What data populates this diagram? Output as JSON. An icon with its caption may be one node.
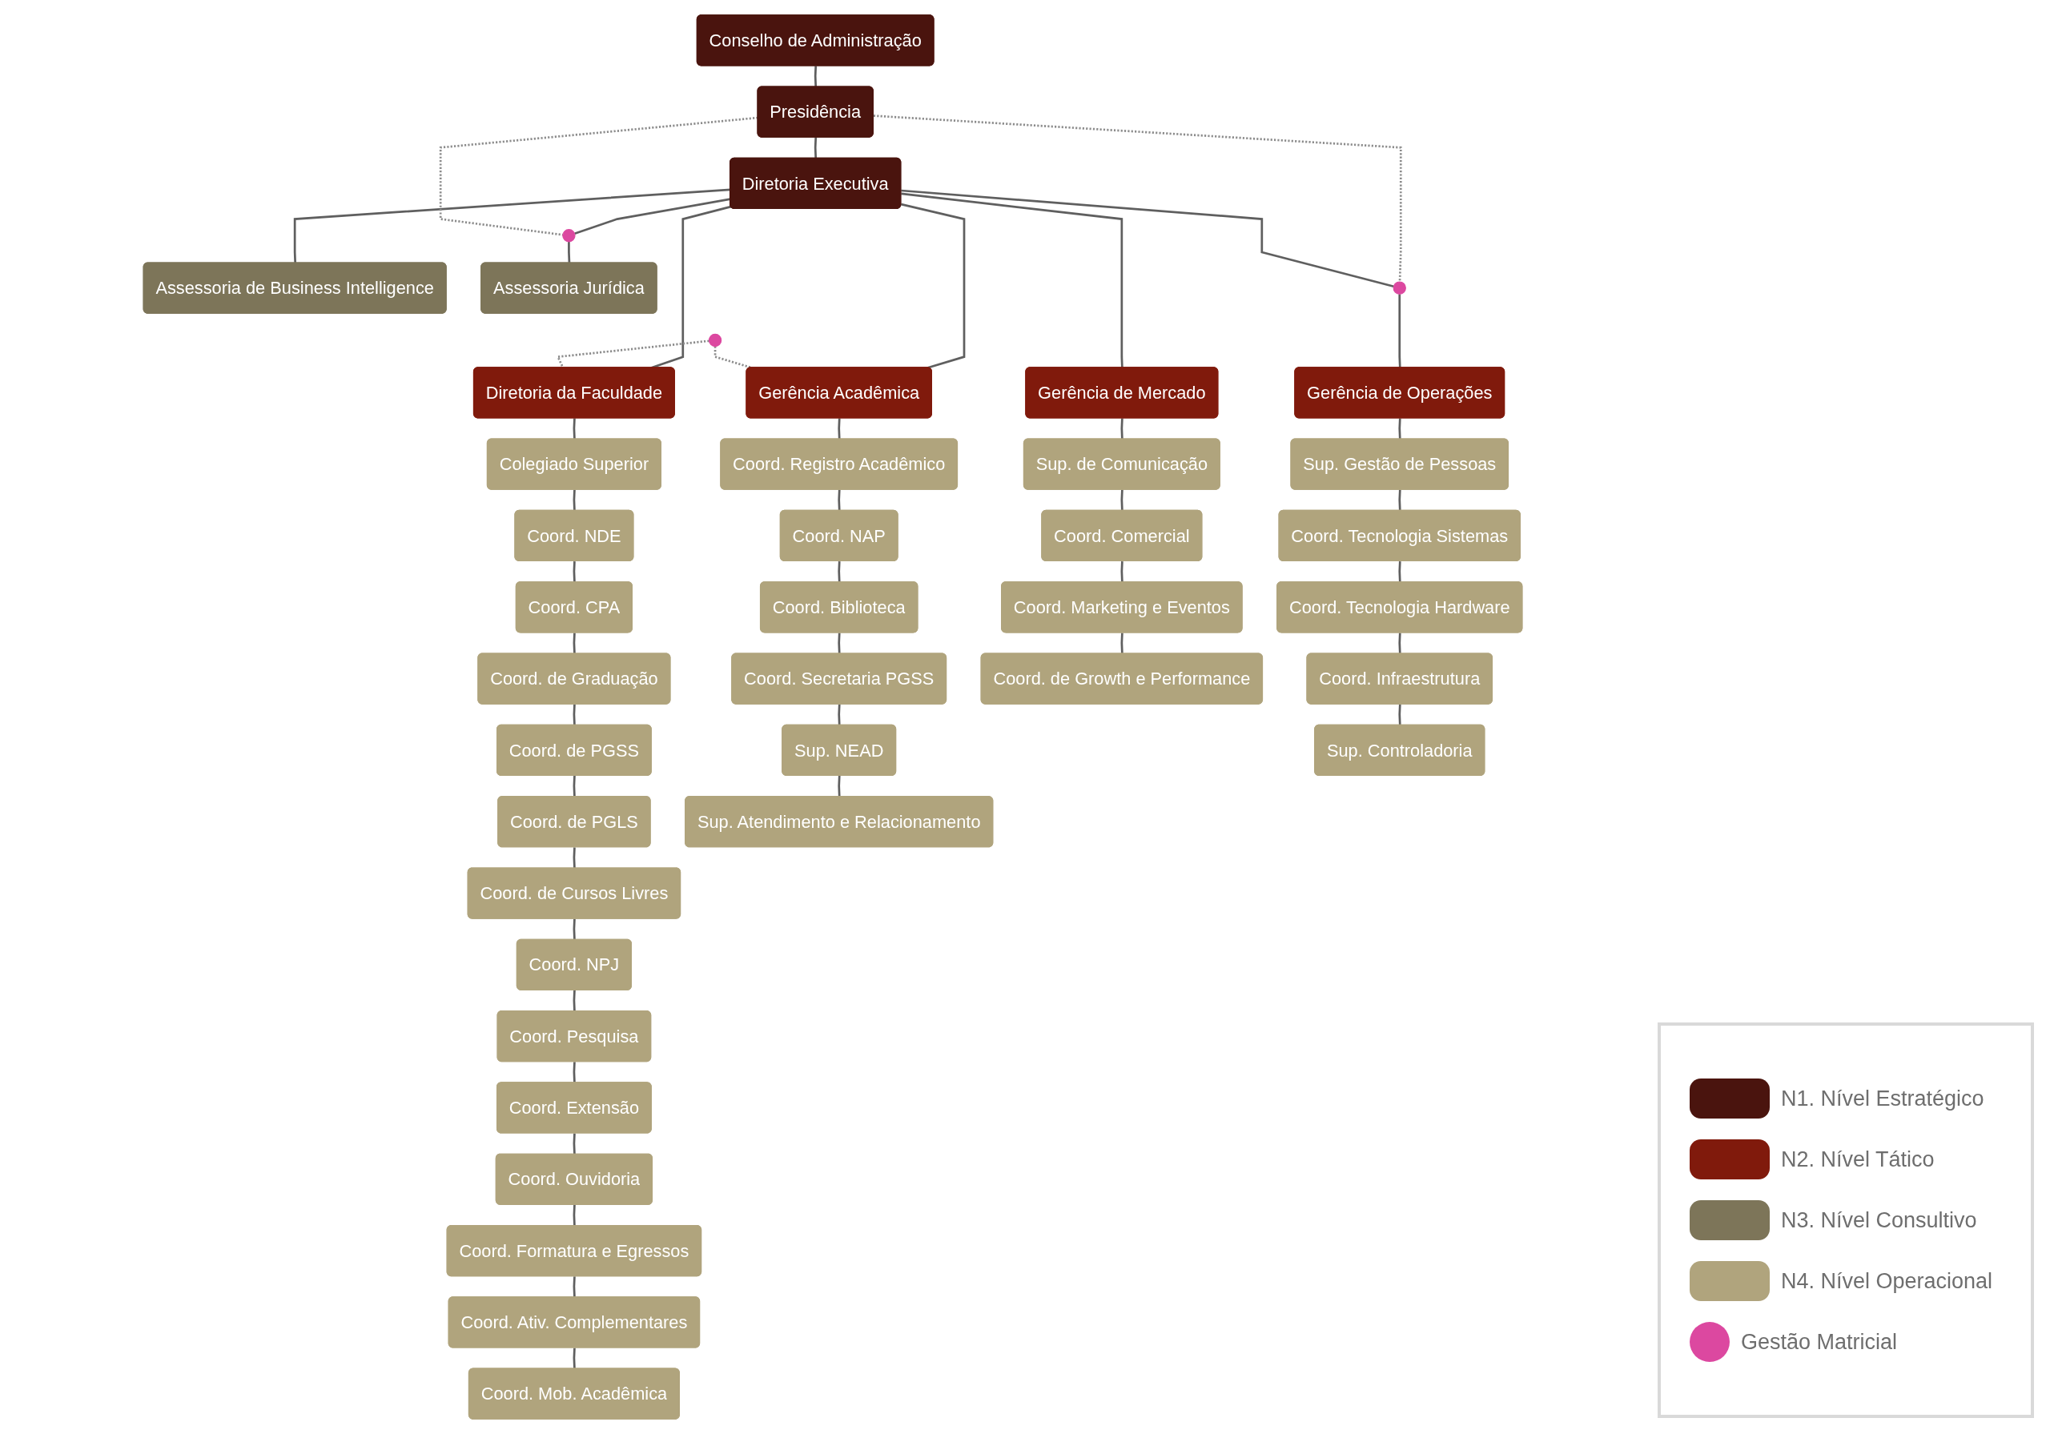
{
  "diagram": {
    "nodes": [
      {
        "text": [
          "Conselho de Administração"
        ]
      },
      {
        "text": [
          "Presidência"
        ]
      },
      {
        "text": [
          "Diretoria Executiva"
        ]
      },
      {
        "text": [],
        "shape": "circle"
      },
      {
        "text": [
          "Assessoria de Business Intelligence"
        ]
      },
      {
        "text": [
          "Assessoria Jurídica"
        ]
      },
      {
        "text": [],
        "shape": "circle"
      },
      {
        "text": [
          "Diretoria da Faculdade"
        ]
      },
      {
        "text": [],
        "shape": "circle"
      },
      {
        "text": [
          "Gerência Acadêmica"
        ]
      },
      {
        "text": [
          "Gerência de Mercado"
        ]
      },
      {
        "text": [
          "Gerência de Operações"
        ]
      },
      {
        "text": [
          "Colegiado Superior"
        ]
      },
      {
        "text": [
          "Coord. NDE"
        ]
      },
      {
        "text": [
          "Coord. CPA"
        ]
      },
      {
        "text": [
          "Coord. de Graduação"
        ]
      },
      {
        "text": [
          "Coord. de PGSS"
        ]
      },
      {
        "text": [
          "Coord. de PGLS"
        ]
      },
      {
        "text": [
          "Coord. de Cursos Livres"
        ]
      },
      {
        "text": [
          "Coord. NPJ"
        ]
      },
      {
        "text": [
          "Coord. Pesquisa"
        ]
      },
      {
        "text": [
          "Coord. Extensão"
        ]
      },
      {
        "text": [
          "Coord. Ouvidoria"
        ]
      },
      {
        "text": [
          "Coord. Formatura e Egressos"
        ]
      },
      {
        "text": [
          "Coord. Ativ. Complementares"
        ]
      },
      {
        "text": [
          "Coord. Mob. Acadêmica"
        ]
      },
      {
        "text": [
          "Coord. Registro Acadêmico"
        ]
      },
      {
        "text": [
          "Coord. NAP"
        ]
      },
      {
        "text": [
          "Coord. Biblioteca"
        ]
      },
      {
        "text": [
          "Coord. Secretaria PGSS"
        ]
      },
      {
        "text": [
          "Sup. NEAD"
        ]
      },
      {
        "text": [
          "Sup. Atendimento e Relacionamento"
        ]
      },
      {
        "text": [
          "Sup. de Comunicação"
        ]
      },
      {
        "text": [
          "Coord. Comercial"
        ]
      },
      {
        "text": [
          "Coord. Marketing e Eventos"
        ]
      },
      {
        "text": [
          "Coord. de Growth e Performance"
        ]
      },
      {
        "text": [
          "Sup. Gestão de Pessoas"
        ]
      },
      {
        "text": [
          "Coord. Tecnologia Sistemas"
        ]
      },
      {
        "text": [
          "Coord. Tecnologia Hardware"
        ]
      },
      {
        "text": [
          "Coord. Infraestrutura"
        ]
      },
      {
        "text": [
          "Sup. Controladoria"
        ]
      }
    ],
    "edges": [
      {
        "from": 0,
        "to": 1,
        "arrow": "none"
      },
      {
        "from": 1,
        "to": 2,
        "arrow": "none"
      },
      {
        "from": 2,
        "to": 4,
        "arrow": "none"
      },
      {
        "from": 2,
        "to": 3,
        "arrow": "none"
      },
      {
        "from": 3,
        "to": 5,
        "arrow": "none"
      },
      {
        "from": 1,
        "to": 3,
        "arrow": "none",
        "style": "dashed",
        "color": "#8c8c8c"
      },
      {
        "from": 1,
        "to": 6,
        "arrow": "none",
        "style": "dashed",
        "color": "#8c8c8c"
      },
      {
        "from": 2,
        "to": 7,
        "arrow": "none"
      },
      {
        "from": 2,
        "to": 9,
        "arrow": "none"
      },
      {
        "from": 2,
        "to": 10,
        "arrow": "none"
      },
      {
        "from": 2,
        "to": 6,
        "arrow": "none"
      },
      {
        "from": 6,
        "to": 11,
        "arrow": "none"
      },
      {
        "from": 8,
        "to": 7,
        "arrow": "none",
        "style": "dashed",
        "color": "#8c8c8c"
      },
      {
        "from": 8,
        "to": 9,
        "arrow": "none",
        "style": "dashed",
        "color": "#8c8c8c"
      },
      {
        "from": 7,
        "to": 12,
        "arrow": "none"
      },
      {
        "from": 12,
        "to": 13,
        "arrow": "none"
      },
      {
        "from": 13,
        "to": 14,
        "arrow": "none"
      },
      {
        "from": 14,
        "to": 15,
        "arrow": "none"
      },
      {
        "from": 15,
        "to": 16,
        "arrow": "none"
      },
      {
        "from": 16,
        "to": 17,
        "arrow": "none"
      },
      {
        "from": 17,
        "to": 18,
        "arrow": "none"
      },
      {
        "from": 18,
        "to": 19,
        "arrow": "none"
      },
      {
        "from": 19,
        "to": 20,
        "arrow": "none"
      },
      {
        "from": 20,
        "to": 21,
        "arrow": "none"
      },
      {
        "from": 21,
        "to": 22,
        "arrow": "none"
      },
      {
        "from": 22,
        "to": 23,
        "arrow": "none"
      },
      {
        "from": 23,
        "to": 24,
        "arrow": "none"
      },
      {
        "from": 24,
        "to": 25,
        "arrow": "none"
      },
      {
        "from": 9,
        "to": 26,
        "arrow": "none"
      },
      {
        "from": 26,
        "to": 27,
        "arrow": "none"
      },
      {
        "from": 27,
        "to": 28,
        "arrow": "none"
      },
      {
        "from": 28,
        "to": 29,
        "arrow": "none"
      },
      {
        "from": 29,
        "to": 30,
        "arrow": "none"
      },
      {
        "from": 30,
        "to": 31,
        "arrow": "none"
      },
      {
        "from": 10,
        "to": 32,
        "arrow": "none"
      },
      {
        "from": 32,
        "to": 33,
        "arrow": "none"
      },
      {
        "from": 33,
        "to": 34,
        "arrow": "none"
      },
      {
        "from": 34,
        "to": 35,
        "arrow": "none"
      },
      {
        "from": 11,
        "to": 36,
        "arrow": "none"
      },
      {
        "from": 36,
        "to": 37,
        "arrow": "none"
      },
      {
        "from": 37,
        "to": 38,
        "arrow": "none"
      },
      {
        "from": 38,
        "to": 39,
        "arrow": "none"
      },
      {
        "from": 39,
        "to": 40,
        "arrow": "none"
      }
    ],
    "legend": [
      {
        "text": "N1. Nível Estratégico",
        "color": "#4a140e"
      },
      {
        "text": "N2. Nível Tático",
        "color": "#801a0c"
      },
      {
        "text": "N3. Nível Consultivo",
        "color": "#7d7559"
      },
      {
        "text": "N4. Nível Operacional",
        "color": "#b0a47d"
      },
      {
        "text": "Gestão Matricial",
        "color": "#dc48a0"
      }
    ]
  }
}
